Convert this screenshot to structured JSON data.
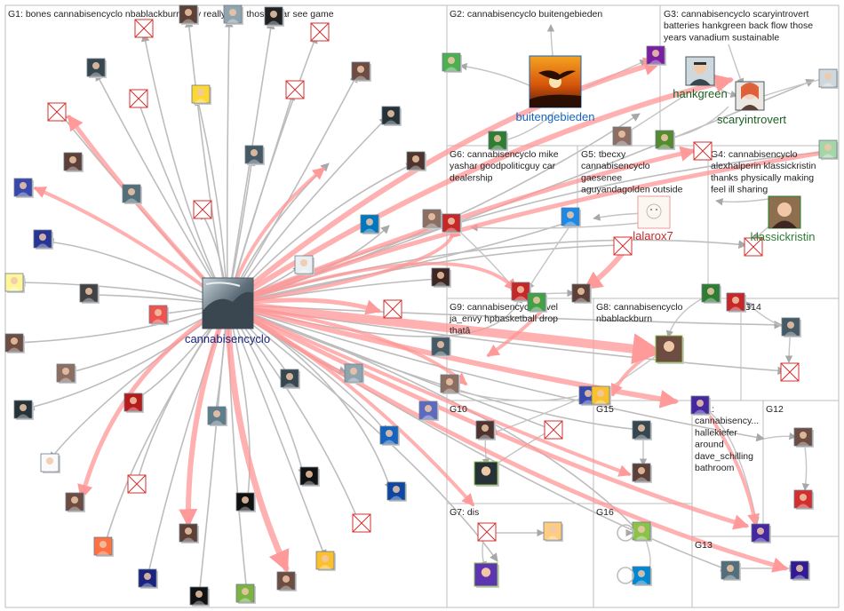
{
  "groups": [
    {
      "id": "G1",
      "lines": [
        "G1: bones cannabisencyclo nbablackburn play really one those year see game"
      ]
    },
    {
      "id": "G2",
      "lines": [
        "G2: cannabisencyclo buitengebieden"
      ]
    },
    {
      "id": "G3",
      "lines": [
        "G3: cannabisencyclo scaryintrovert",
        "batteries hankgreen back flow those",
        "years vanadium sustainable"
      ]
    },
    {
      "id": "G4",
      "lines": [
        "G4: cannabisencyclo",
        "alexhalperin klassickristin",
        "thanks physically making",
        "feel ill sharing"
      ]
    },
    {
      "id": "G5",
      "lines": [
        "G5: tbecxy",
        "cannabisencyclo",
        "gaesenee",
        "aguyandagolden outside"
      ]
    },
    {
      "id": "G6",
      "lines": [
        "G6: cannabisencyclo mike",
        "yashar goodpoliticguy car",
        "dealership"
      ]
    },
    {
      "id": "G7",
      "lines": [
        "G7: dis"
      ]
    },
    {
      "id": "G8",
      "lines": [
        "G8: cannabisencyclo",
        "nbablackburn"
      ]
    },
    {
      "id": "G9",
      "lines": [
        "G9: cannabisencyclo level",
        "ja_envy hpbasketball drop",
        "thatâ"
      ]
    },
    {
      "id": "G10",
      "lines": [
        "G10"
      ]
    },
    {
      "id": "G11",
      "lines": [
        "G11:",
        "cannabisency...",
        "hallekiefer",
        "around",
        "dave_schilling",
        "bathroom"
      ]
    },
    {
      "id": "G12",
      "lines": [
        "G12"
      ]
    },
    {
      "id": "G13",
      "lines": [
        "G13"
      ]
    },
    {
      "id": "G14",
      "lines": [
        "G14"
      ]
    },
    {
      "id": "G15",
      "lines": [
        "G15"
      ]
    },
    {
      "id": "G16",
      "lines": [
        "G16"
      ]
    }
  ],
  "hubs": [
    {
      "id": "cannabisencyclo",
      "label": "cannabisencyclo",
      "color": "#1a237e"
    },
    {
      "id": "buitengebieden",
      "label": "buitengebieden",
      "color": "#1565c0"
    },
    {
      "id": "hankgreen",
      "label": "hankgreen",
      "color": "#1b5e20"
    },
    {
      "id": "scaryintrovert",
      "label": "scaryintrovert",
      "color": "#1b5e20"
    },
    {
      "id": "lalarox7",
      "label": "lalarox7",
      "color": "#c62828"
    },
    {
      "id": "klassickristin",
      "label": "klassickristin",
      "color": "#2e7d32"
    }
  ],
  "colors": {
    "edge_gray": "#9e9e9e",
    "edge_red": "#ff8a8a",
    "group_border": "#bdbdbd",
    "broken_image": "#d32f2f"
  }
}
